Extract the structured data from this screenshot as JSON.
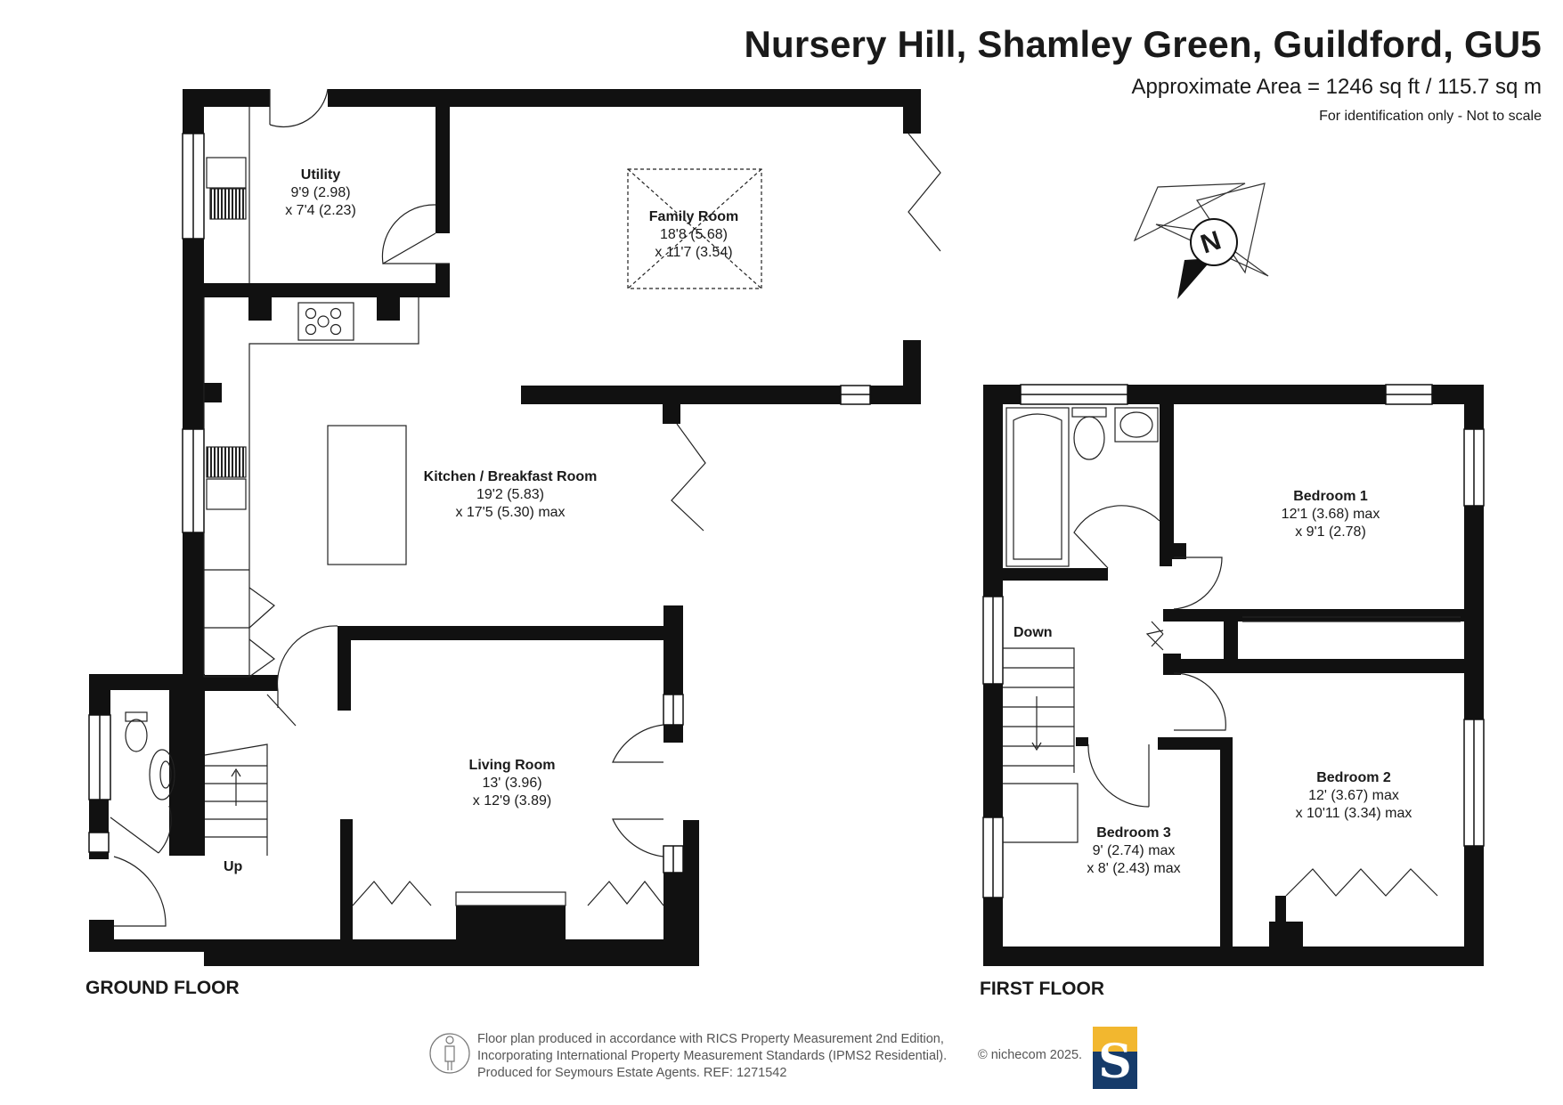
{
  "header": {
    "title": "Nursery Hill, Shamley Green, Guildford, GU5",
    "area": "Approximate Area = 1246 sq ft / 115.7 sq m",
    "disclaimer": "For identification only - Not to scale"
  },
  "floors": {
    "ground": "GROUND FLOOR",
    "first": "FIRST FLOOR"
  },
  "rooms": {
    "utility": {
      "name": "Utility",
      "dim1": "9'9 (2.98)",
      "dim2": "x 7'4 (2.23)"
    },
    "family": {
      "name": "Family Room",
      "dim1": "18'8 (5.68)",
      "dim2": "x 11'7 (3.54)"
    },
    "kitchen": {
      "name": "Kitchen / Breakfast Room",
      "dim1": "19'2 (5.83)",
      "dim2": "x 17'5 (5.30) max"
    },
    "living": {
      "name": "Living Room",
      "dim1": "13' (3.96)",
      "dim2": "x 12'9 (3.89)"
    },
    "bedroom1": {
      "name": "Bedroom 1",
      "dim1": "12'1 (3.68) max",
      "dim2": "x 9'1 (2.78)"
    },
    "bedroom2": {
      "name": "Bedroom 2",
      "dim1": "12' (3.67) max",
      "dim2": "x 10'11 (3.34) max"
    },
    "bedroom3": {
      "name": "Bedroom 3",
      "dim1": "9' (2.74) max",
      "dim2": "x 8' (2.43) max"
    }
  },
  "stairs": {
    "up": "Up",
    "down": "Down"
  },
  "compass": {
    "north": "N"
  },
  "footer": {
    "line1": "Floor plan produced in accordance with RICS Property Measurement 2nd Edition,",
    "line2": "Incorporating International Property Measurement Standards (IPMS2 Residential).",
    "line3": "Produced for Seymours Estate Agents.   REF: 1271542",
    "credit": "© nichecom 2025.",
    "brand_letter": "S"
  },
  "colors": {
    "wall": "#111111",
    "brand_navy": "#163b6a",
    "brand_gold": "#f2b72f"
  }
}
